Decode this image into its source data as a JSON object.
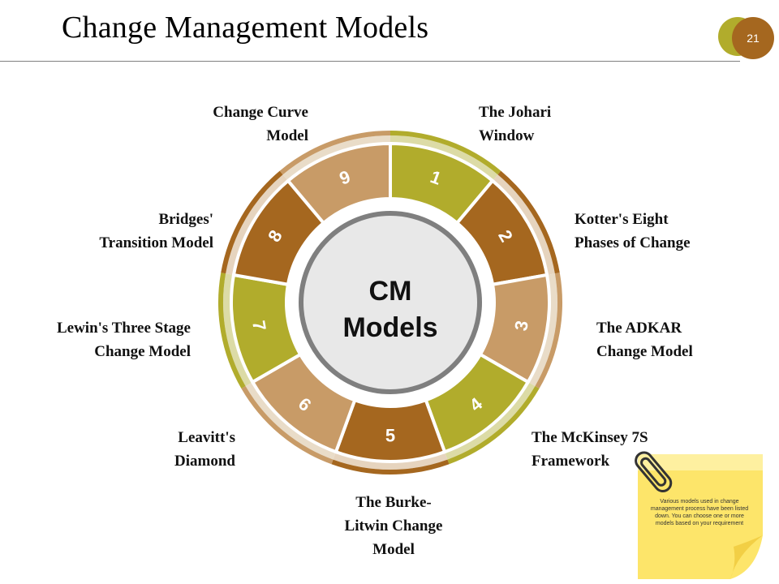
{
  "slide": {
    "title": "Change Management Models",
    "page_number": "21"
  },
  "center": {
    "line1": "CM",
    "line2": "Models"
  },
  "segments": [
    {
      "number": "1",
      "label": [
        "The Johari",
        "Window"
      ],
      "color": "#b1ac2c"
    },
    {
      "number": "2",
      "label": [
        "Kotter's Eight",
        "Phases of Change"
      ],
      "color": "#a5671f"
    },
    {
      "number": "3",
      "label": [
        "The ADKAR",
        "Change Model"
      ],
      "color": "#c89b67"
    },
    {
      "number": "4",
      "label": [
        "The McKinsey 7S",
        "Framework"
      ],
      "color": "#b1ac2c"
    },
    {
      "number": "5",
      "label": [
        "The Burke-",
        "Litwin Change",
        "Model"
      ],
      "color": "#a5671f"
    },
    {
      "number": "6",
      "label": [
        "Leavitt's",
        "Diamond"
      ],
      "color": "#c89b67"
    },
    {
      "number": "7",
      "label": [
        "Lewin's Three Stage",
        "Change Model"
      ],
      "color": "#b1ac2c"
    },
    {
      "number": "8",
      "label": [
        "Bridges'",
        "Transition Model"
      ],
      "color": "#a5671f"
    },
    {
      "number": "9",
      "label": [
        "Change Curve",
        "Model"
      ],
      "color": "#c89b67"
    }
  ],
  "sticky_note": {
    "text": "Various models used in change management process have been listed down. You can choose one or more models based on your requirement"
  },
  "colors": {
    "olive": "#b1ac2c",
    "brown": "#a5671f",
    "tan": "#c89b67",
    "center_fill": "#e8e8e8",
    "center_ring": "#7f7f7f",
    "sticky": "#fde56a"
  }
}
